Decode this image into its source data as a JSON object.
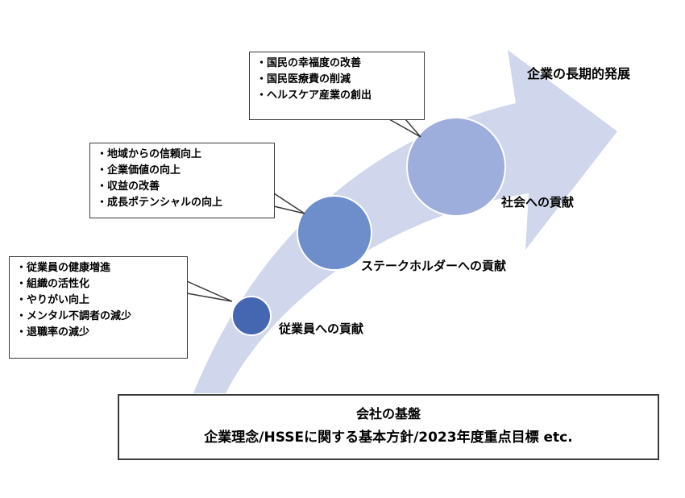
{
  "colors": {
    "arrow": "#d0d6ec",
    "circle_small": "#4566b1",
    "circle_mid": "#6d8ecb",
    "circle_large": "#9daddc",
    "border": "#3a3a3a"
  },
  "callouts": {
    "employees": {
      "items": [
        "・従業員の健康増進",
        "・組織の活性化",
        "・やりがい向上",
        "・メンタル不調者の減少",
        "・退職率の減少"
      ]
    },
    "stakeholders": {
      "items": [
        "・地域からの信頼向上",
        "・企業価値の向上",
        "・収益の改善",
        "・成長ポテンシャルの向上"
      ]
    },
    "society": {
      "items": [
        "・国民の幸福度の改善",
        "・国民医療費の削減",
        "・ヘルスケア産業の創出"
      ]
    }
  },
  "labels": {
    "employees": "従業員への貢献",
    "stakeholders": "ステークホルダーへの貢献",
    "society": "社会への貢献",
    "goal": "企業の長期的発展"
  },
  "foundation": {
    "title": "会社の基盤",
    "subtitle": "企業理念/HSSEに関する基本方針/2023年度重点目標 etc."
  }
}
